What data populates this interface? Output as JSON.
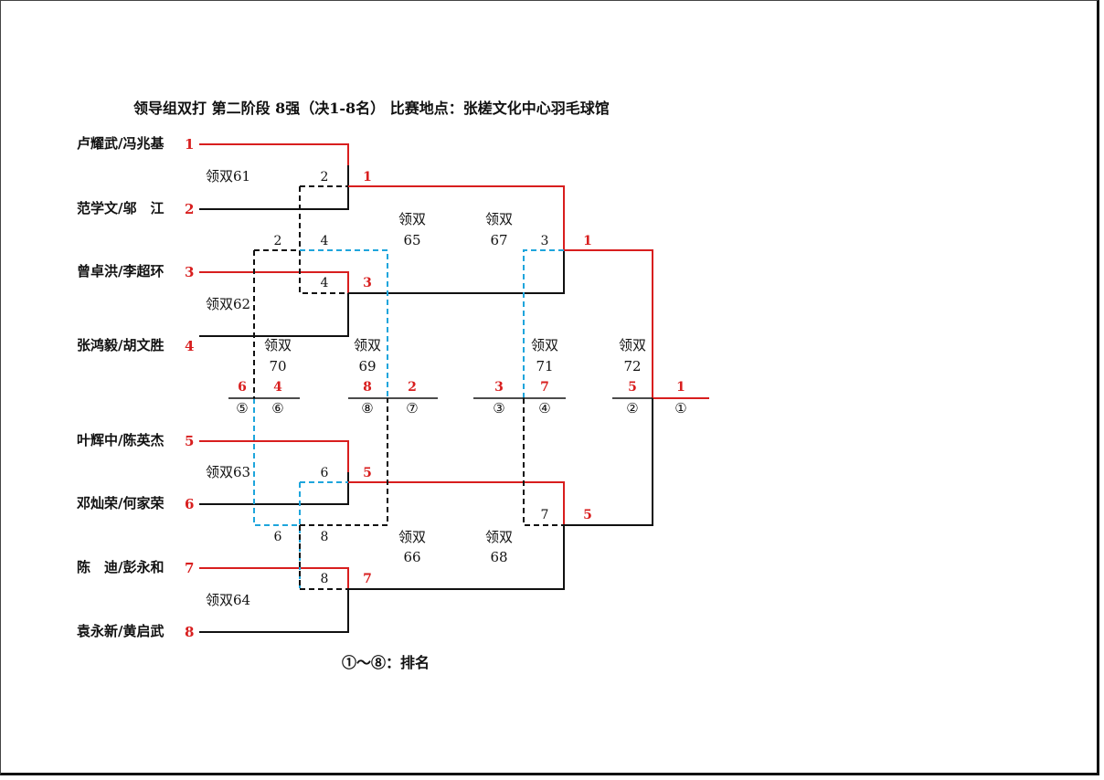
{
  "title": "领导组双打  第二阶段  8强（决1-8名）  比赛地点：张槎文化中心羽毛球馆",
  "colors": {
    "winner_line": "#d81e1e",
    "loser_line": "#111111",
    "blue_dash": "#1ea5dc",
    "black_dash": "#111111"
  },
  "players": [
    {
      "name": "卢耀武/冯兆基",
      "seed": "1"
    },
    {
      "name": "范学文/邬　江",
      "seed": "2"
    },
    {
      "name": "曾卓洪/李超环",
      "seed": "3"
    },
    {
      "name": "张鸿毅/胡文胜",
      "seed": "4"
    },
    {
      "name": "叶辉中/陈英杰",
      "seed": "5"
    },
    {
      "name": "邓灿荣/何家荣",
      "seed": "6"
    },
    {
      "name": "陈　迪/彭永和",
      "seed": "7"
    },
    {
      "name": "袁永新/黄启武",
      "seed": "8"
    }
  ],
  "matches": {
    "m61": "领双61",
    "m62": "领双62",
    "m63": "领双63",
    "m64": "领双64",
    "m65": {
      "label": "领双",
      "num": "65"
    },
    "m66": {
      "label": "领双",
      "num": "66"
    },
    "m67": {
      "label": "领双",
      "num": "67"
    },
    "m68": {
      "label": "领双",
      "num": "68"
    },
    "m69": {
      "label": "领双",
      "num": "69"
    },
    "m70": {
      "label": "领双",
      "num": "70"
    },
    "m71": {
      "label": "领双",
      "num": "71"
    },
    "m72": {
      "label": "领双",
      "num": "72"
    }
  },
  "results": {
    "w61": "1",
    "l61": "2",
    "w62": "3",
    "l62": "4",
    "w63": "5",
    "l63": "6",
    "w64": "7",
    "l64": "8",
    "l65_top": "2",
    "l65_bot": "4",
    "l66_top": "6",
    "l66_bot": "8",
    "p70_l": "4",
    "p70_r": "2",
    "p69_l": "6",
    "p69_r": "8",
    "w65": "1",
    "l67": "3",
    "w67": "1",
    "l68": "7",
    "w68": "5",
    "r56_top": "6",
    "r56_bot": "4",
    "r78_top": "8",
    "r78_bot": "2",
    "r34_top": "3",
    "r34_bot": "7",
    "r12_top": "5",
    "r12_bot": "1"
  },
  "ranks": {
    "r5": "⑤",
    "r6": "⑥",
    "r8": "⑧",
    "r7": "⑦",
    "r3": "③",
    "r4": "④",
    "r2": "②",
    "r1": "①"
  },
  "legend": "①～⑧：排名"
}
